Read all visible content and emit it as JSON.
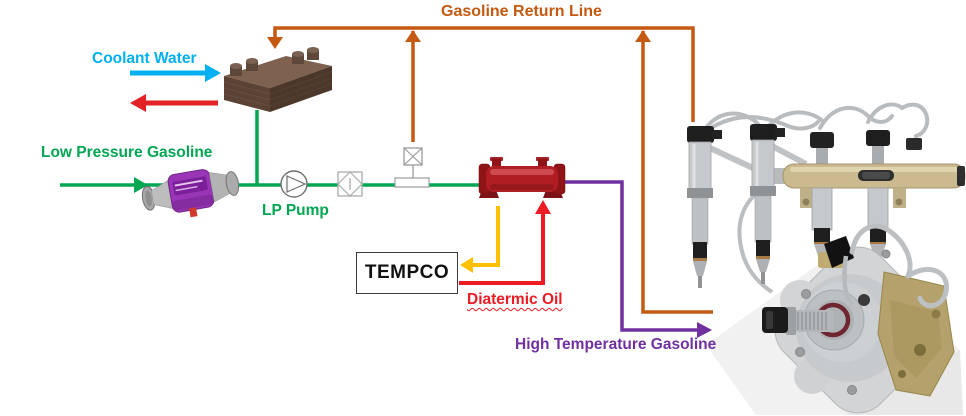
{
  "labels": {
    "gasoline_return_line": "Gasoline Return Line",
    "coolant_water": "Coolant Water",
    "low_pressure_gasoline": "Low Pressure Gasoline",
    "lp_pump": "LP Pump",
    "tempco": "TEMPCO",
    "diatermic_oil": "Diatermic Oil",
    "high_temperature_gasoline": "High Temperature Gasoline"
  },
  "line_colors": {
    "gasoline_return": "#C45911",
    "low_pressure_gasoline": "#00A651",
    "coolant_water_supply": "#00B0F0",
    "coolant_water_return": "#E32226",
    "diathermic_oil_supply": "#ED1C24",
    "diathermic_oil_return": "#FFC000",
    "high_temperature_gasoline": "#7030A0"
  },
  "equipment_icons": [
    "plate-heat-exchanger",
    "inline-fuel-filter",
    "pump-symbol",
    "filter-symbol",
    "pressure-regulator-symbol",
    "relief-valve-symbol",
    "shell-tube-heat-exchanger",
    "tempco-control-unit",
    "fuel-rail-with-injectors",
    "high-pressure-pump"
  ]
}
